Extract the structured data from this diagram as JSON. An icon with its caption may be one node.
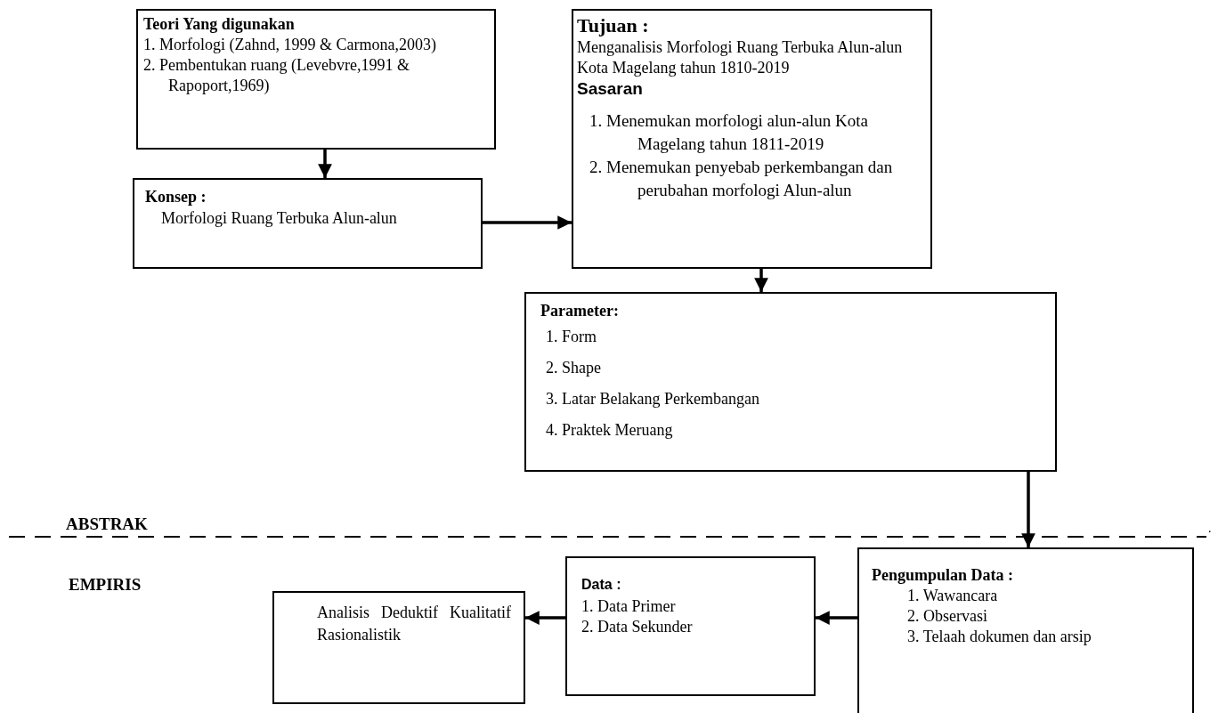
{
  "diagram": {
    "nodes": [
      {
        "text": [
          "Teori Yang digunakan",
          "1. Morfologi (Zahnd, 1999 & Carmona,2003)",
          "2. Pembentukan ruang (Levebvre,1991 & Rapoport,1969)"
        ]
      },
      {
        "text": [
          "Konsep :",
          "Morfologi Ruang Terbuka Alun-alun"
        ]
      },
      {
        "text": [
          "Tujuan :",
          "Menganalisis Morfologi Ruang Terbuka Alun-alun Kota Magelang tahun 1810-2019",
          "Sasaran",
          "1. Menemukan morfologi alun-alun Kota Magelang tahun 1811-2019",
          "2. Menemukan penyebab perkembangan dan perubahan morfologi Alun-alun"
        ]
      },
      {
        "text": [
          "Parameter:",
          "1. Form",
          "2. Shape",
          "3. Latar Belakang Perkembangan",
          "4. Praktek Meruang"
        ]
      },
      {
        "text": [
          "Pengumpulan Data :",
          "1. Wawancara",
          "2. Observasi",
          "3. Telaah dokumen dan arsip"
        ]
      },
      {
        "text": [
          "Data :",
          "1. Data Primer",
          "2. Data Sekunder"
        ]
      },
      {
        "text": [
          "Analisis Deduktif Kualitatif Rasionalistik"
        ]
      }
    ],
    "edges": [
      {
        "from": 0,
        "to": 1,
        "arrow": "to"
      },
      {
        "from": 1,
        "to": 2,
        "arrow": "to"
      },
      {
        "from": 2,
        "to": 3,
        "arrow": "to"
      },
      {
        "from": 3,
        "to": 4,
        "arrow": "to"
      },
      {
        "from": 4,
        "to": 5,
        "arrow": "to"
      },
      {
        "from": 5,
        "to": 6,
        "arrow": "to"
      }
    ],
    "labels": [
      "ABSTRAK",
      ".",
      "EMPIRIS"
    ]
  }
}
